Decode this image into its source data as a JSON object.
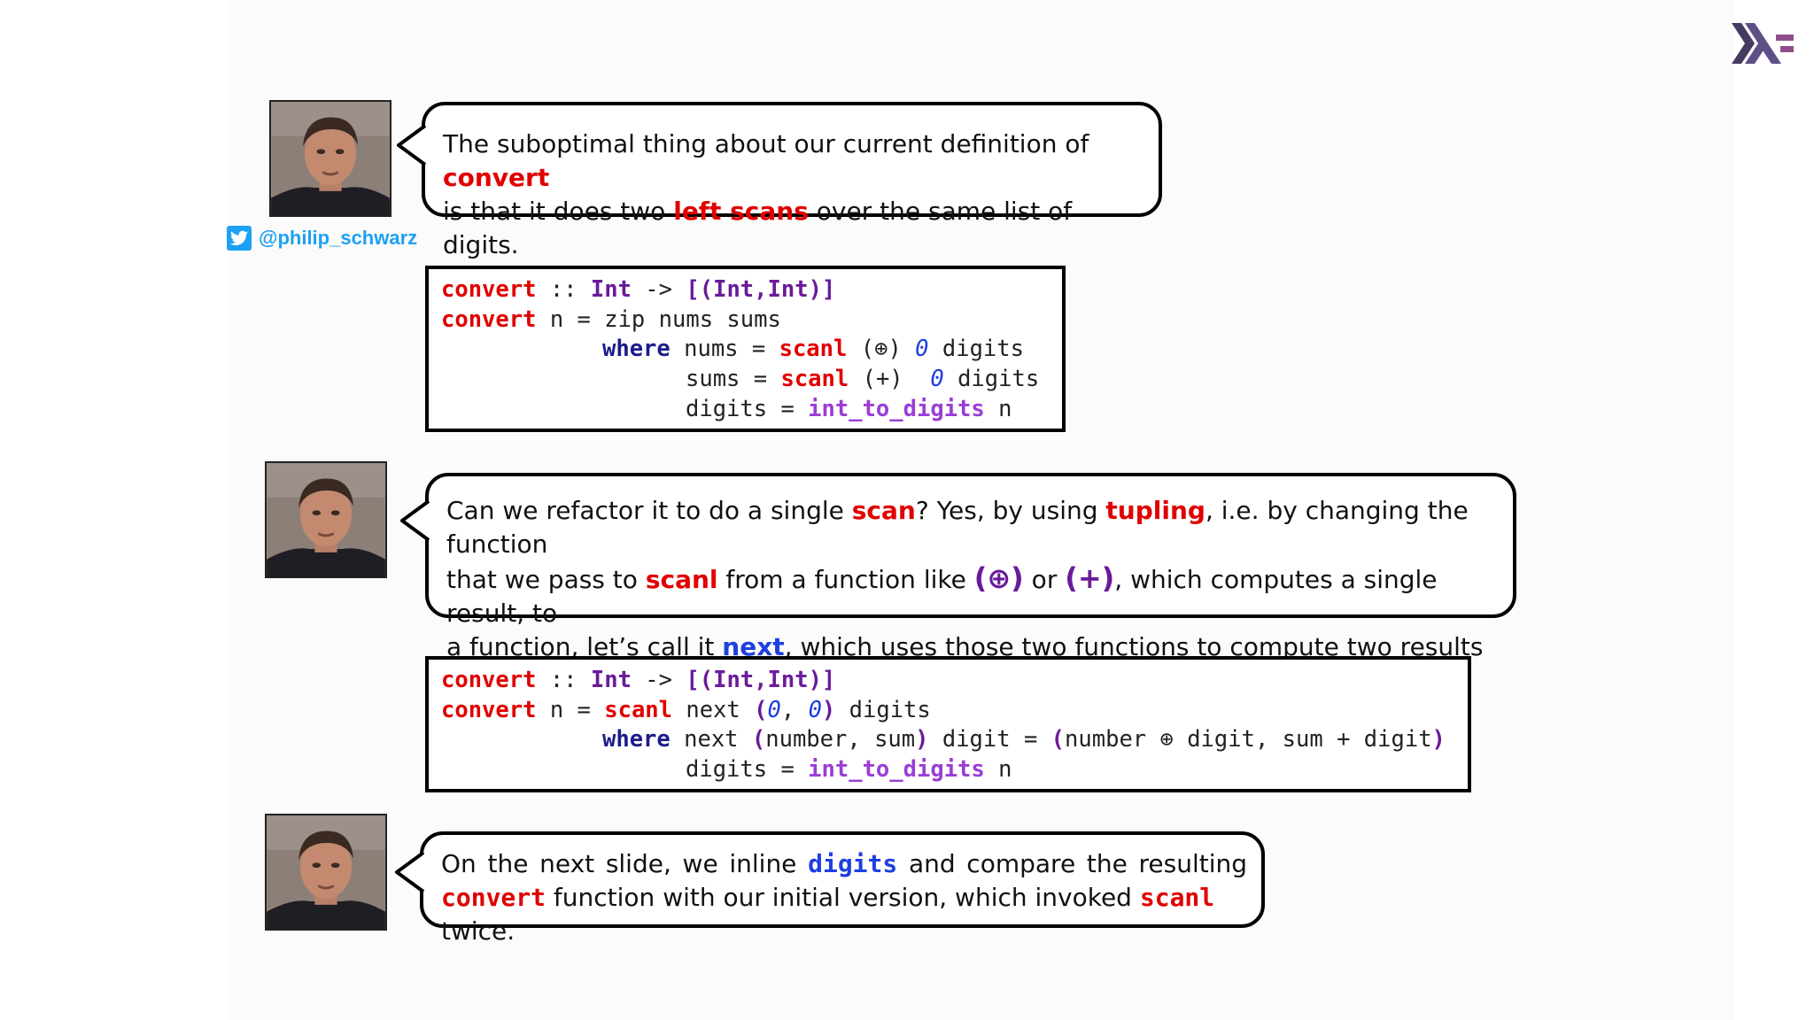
{
  "logo": {
    "icon": "haskell-logo-icon",
    "colors": [
      "#453a62",
      "#5e5086",
      "#8f4e8b"
    ]
  },
  "author": {
    "handle": "@philip_schwarz",
    "icon": "twitter-bird-icon",
    "color": "#1da1f2"
  },
  "bubble1": {
    "t1": "The suboptimal thing about our current definition of ",
    "h1": "convert",
    "t2": "is that it does two ",
    "h2": "left scans",
    "t3": " over the same list of digits."
  },
  "code1": {
    "l1": {
      "a": "convert",
      "b": " :: ",
      "c": "Int",
      "d": " -> ",
      "e": "[(",
      "f": "Int",
      "g": ",",
      "h": "Int",
      "i": ")]"
    },
    "l2": {
      "a": "convert",
      "b": " n = zip nums sums"
    },
    "l3": {
      "a": "where",
      "b": " nums = ",
      "c": "scanl",
      "d": " (",
      "e": "⊕",
      "f": ") ",
      "g": "0",
      "h": " digits"
    },
    "l4": {
      "b": "sums = ",
      "c": "scanl",
      "d": " (+)  ",
      "g": "0",
      "h": " digits"
    },
    "l5": {
      "b": "digits = ",
      "c": "int_to_digits",
      "d": " n"
    }
  },
  "bubble2": {
    "t1": "Can we refactor it to do a single ",
    "h1": "scan",
    "t2": "? Yes, by using ",
    "h2": "tupling",
    "t3": ", i.e. by changing the function",
    "t4": "that we pass to ",
    "h3": "scanl",
    "t5": " from a function like ",
    "op1": "(⊕)",
    "t6": "  or ",
    "op2": "(+)",
    "t7": ", which computes a single result, to",
    "t8": "a function, let’s call it ",
    "h4": "next",
    "t9": ", which uses those two functions to compute two results"
  },
  "code2": {
    "l1": {
      "a": "convert",
      "b": " :: ",
      "c": "Int",
      "d": " -> ",
      "e": "[(",
      "f": "Int",
      "g": ",",
      "h": "Int",
      "i": ")]"
    },
    "l2": {
      "a": "convert",
      "b": " n = ",
      "c": "scanl",
      "d": " next ",
      "e": "(",
      "f": "0",
      "g": ", ",
      "h": "0",
      "i": ")",
      "j": " digits"
    },
    "l3": {
      "a": "where",
      "b": " next ",
      "c": "(",
      "d": "number, sum",
      "e": ")",
      "f": " digit = ",
      "g": "(",
      "h": "number ⊕ digit, sum + digit",
      "i": ")"
    },
    "l4": {
      "b": "digits = ",
      "c": "int_to_digits",
      "d": " n"
    }
  },
  "bubble3": {
    "t1": "On the next slide, we inline ",
    "h1": "digits",
    "t2": " and compare the resulting",
    "h2": "convert",
    "t3": " function with our initial version, which invoked ",
    "h3": "scanl",
    "t4": " twice."
  }
}
